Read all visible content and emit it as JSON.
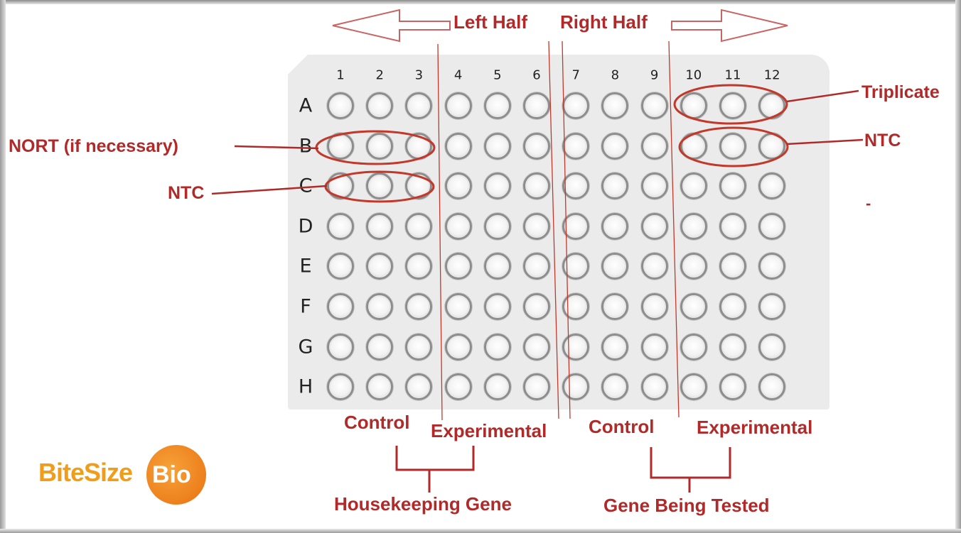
{
  "plate": {
    "columns": [
      "1",
      "2",
      "3",
      "4",
      "5",
      "6",
      "7",
      "8",
      "9",
      "10",
      "11",
      "12"
    ],
    "rows": [
      "A",
      "B",
      "C",
      "D",
      "E",
      "F",
      "G",
      "H"
    ]
  },
  "labels": {
    "left_half": "Left Half",
    "right_half": "Right Half",
    "triplicate": "Triplicate",
    "ntc_right": "NTC",
    "nort": "NORT (if necessary)",
    "ntc_left": "NTC",
    "dash": "-",
    "control_left": "Control",
    "experimental_left": "Experimental",
    "control_right": "Control",
    "experimental_right": "Experimental",
    "housekeeping_gene": "Housekeeping Gene",
    "gene_being_tested": "Gene Being Tested"
  },
  "logo": {
    "text_main": "BiteSize",
    "text_badge": "Bio"
  },
  "colors": {
    "annotation_red": "#b12a2a",
    "logo_orange": "#f19d1c"
  }
}
